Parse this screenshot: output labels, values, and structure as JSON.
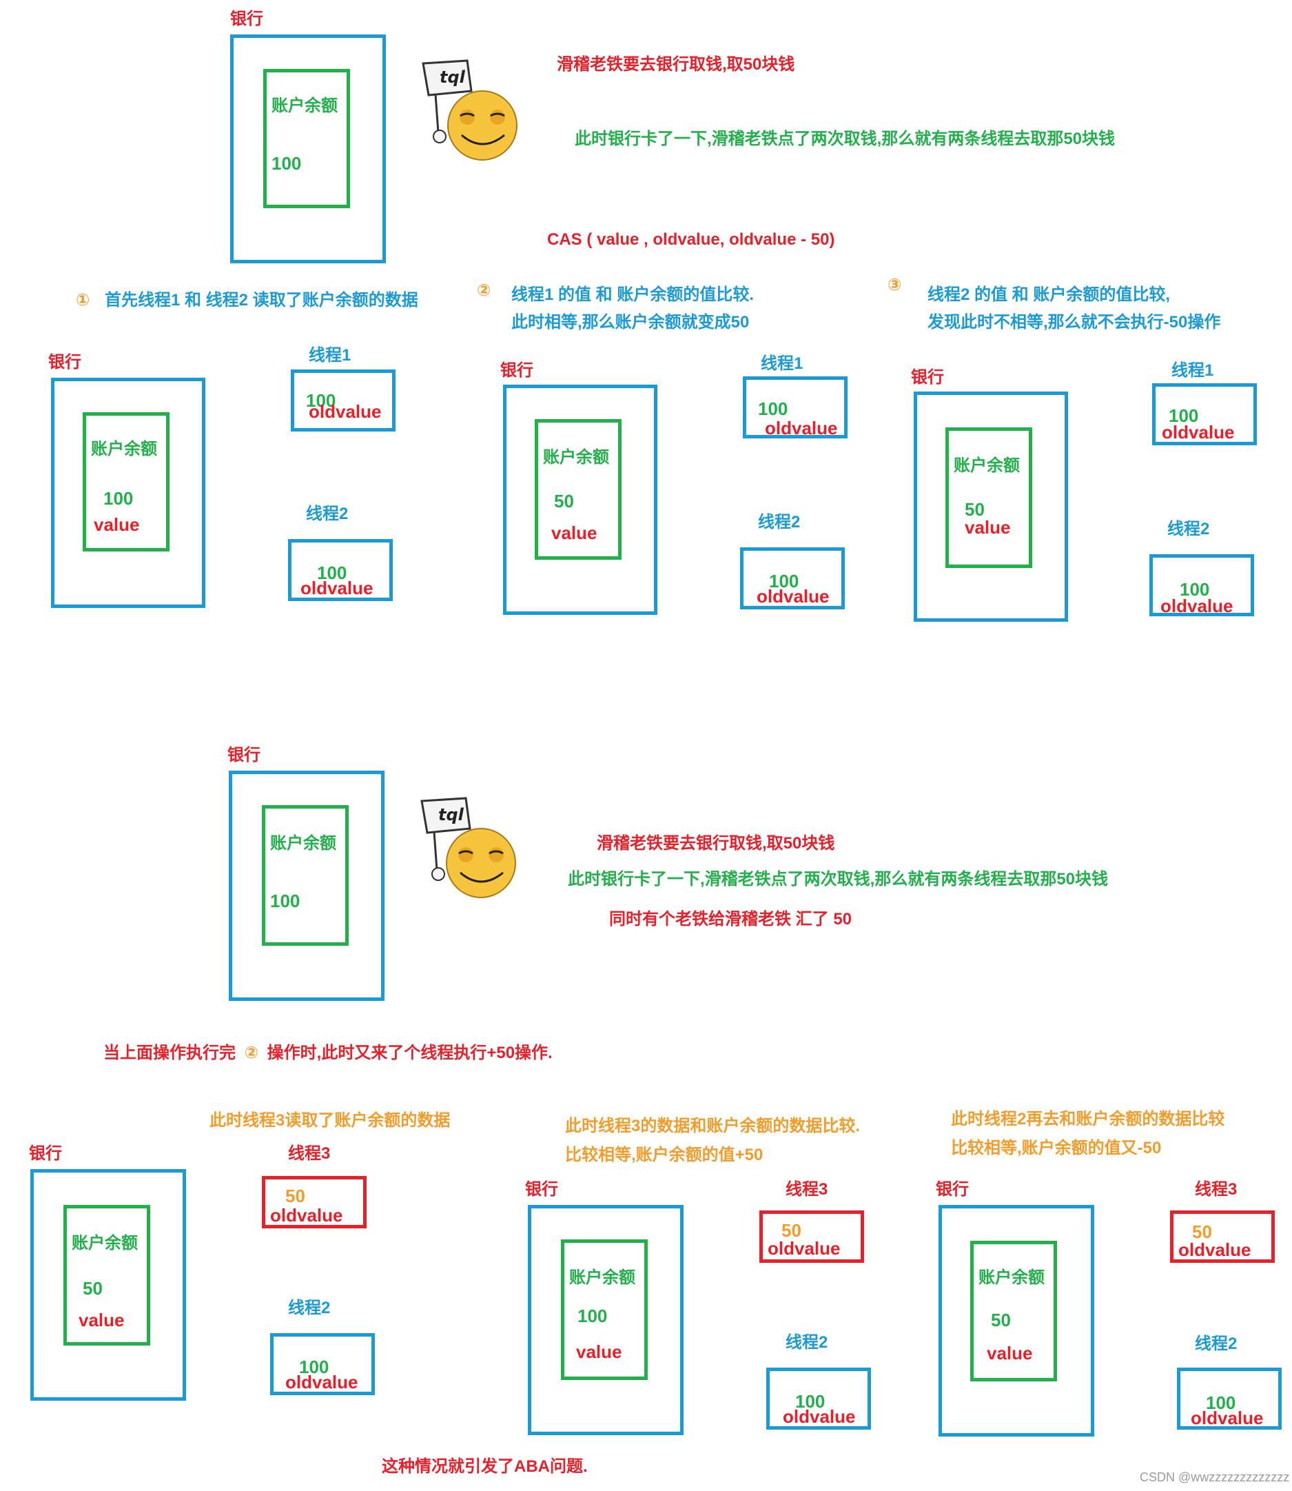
{
  "labels": {
    "bank": "银行",
    "account_balance": "账户余额",
    "value": "value",
    "oldvalue": "oldvalue",
    "thread1": "线程1",
    "thread2": "线程2",
    "thread3": "线程3"
  },
  "section1": {
    "balance": "100",
    "story_line1": "滑稽老铁要去银行取钱,取50块钱",
    "story_line2": "此时银行卡了一下,滑稽老铁点了两次取钱,那么就有两条线程去取那50块钱",
    "cas": "CAS ( value , oldvalue, oldvalue - 50)",
    "mascot_sign": "tql"
  },
  "steps": {
    "step1": {
      "marker": "①",
      "text": "首先线程1 和 线程2   读取了账户余额的数据"
    },
    "step2": {
      "marker": "②",
      "line1": "线程1 的值 和 账户余额的值比较.",
      "line2": "此时相等,那么账户余额就变成50"
    },
    "step3": {
      "marker": "③",
      "line1": "线程2 的值 和 账户余额的值比较,",
      "line2": "发现此时不相等,那么就不会执行-50操作"
    }
  },
  "panel1": {
    "balance": "100",
    "t1": "100",
    "t2": "100"
  },
  "panel2": {
    "balance": "50",
    "t1": "100",
    "t2": "100"
  },
  "panel3": {
    "balance": "50",
    "t1": "100",
    "t2": "100"
  },
  "section2": {
    "balance": "100",
    "story_line1": "滑稽老铁要去银行取钱,取50块钱",
    "story_line2": "此时银行卡了一下,滑稽老铁点了两次取钱,那么就有两条线程去取那50块钱",
    "story_line3": "同时有个老铁给滑稽老铁 汇了 50",
    "note_before": "当上面操作执行完",
    "note_marker": "②",
    "note_after": "操作时,此时又来了个线程执行+50操作.",
    "mascot_sign": "tql"
  },
  "steps2": {
    "a": "此时线程3读取了账户余额的数据",
    "b_line1": "此时线程3的数据和账户余额的数据比较.",
    "b_line2": "比较相等,账户余额的值+50",
    "c_line1": "此时线程2再去和账户余额的数据比较",
    "c_line2": "比较相等,账户余额的值又-50"
  },
  "panel4": {
    "balance": "50",
    "t3": "50",
    "t2": "100"
  },
  "panel5": {
    "balance": "100",
    "t3": "50",
    "t2": "100"
  },
  "panel6": {
    "balance": "50",
    "t3": "50",
    "t2": "100"
  },
  "conclusion": "这种情况就引发了ABA问题.",
  "watermark": "CSDN @wwzzzzzzzzzzzzz",
  "colors": {
    "blue": "#1a9bd8",
    "green": "#22b04b",
    "red": "#e8202a",
    "orange": "#f39c2a"
  }
}
